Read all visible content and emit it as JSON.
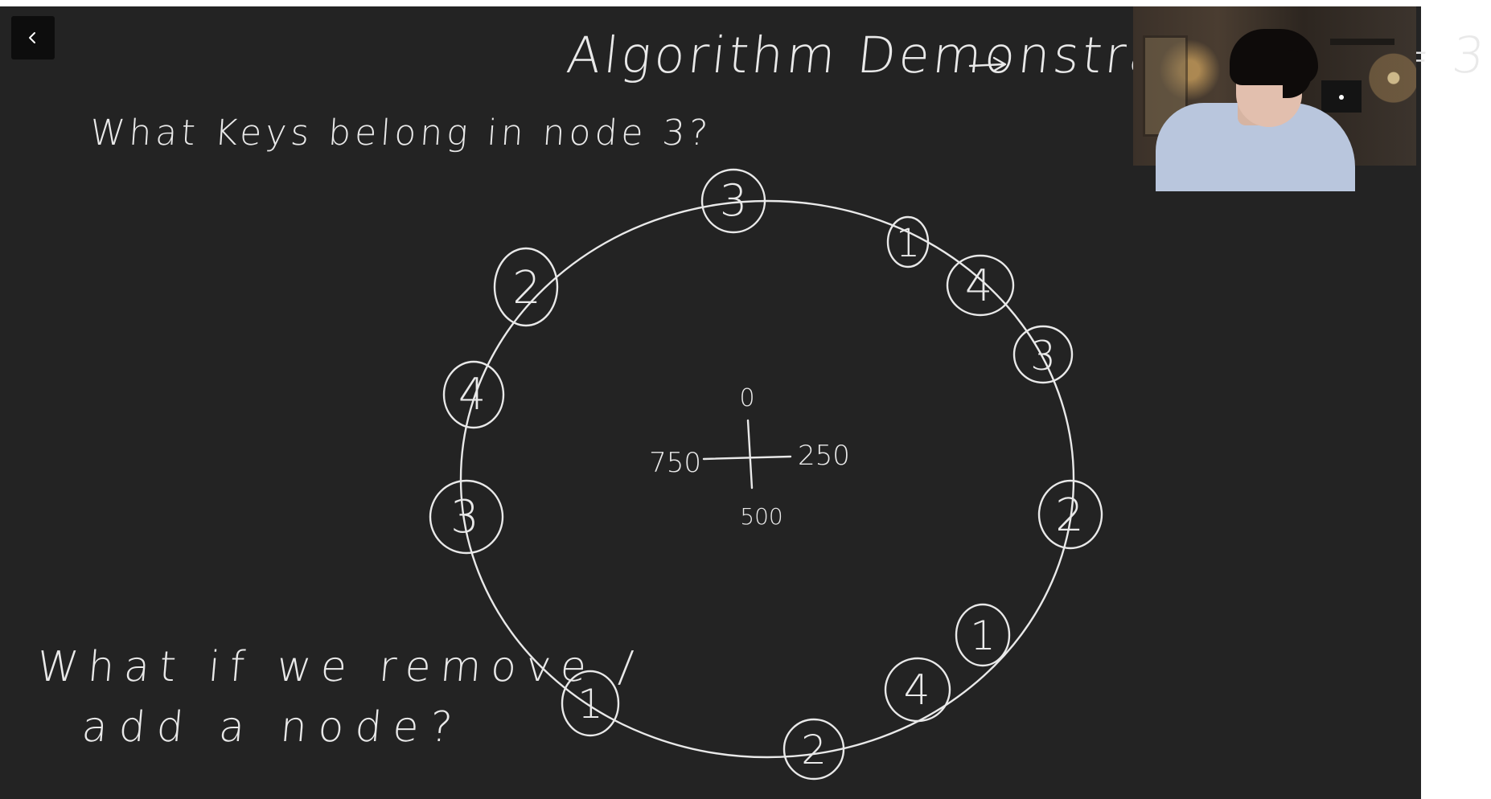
{
  "app": {
    "back_label": "<"
  },
  "whiteboard": {
    "title": "Algorithm Demonstrated → k = 3",
    "question_keys": "What Keys belong in node 3?",
    "question_remove_line1": "What if we remove /",
    "question_remove_line2": "add a node?",
    "axis_labels": {
      "top": "0",
      "right": "250",
      "bottom": "500",
      "left": "750"
    },
    "ring_nodes": [
      {
        "id": "ring-node-3-top",
        "label": "3"
      },
      {
        "id": "ring-node-1-upper-right",
        "label": "1"
      },
      {
        "id": "ring-node-4-upper-right",
        "label": "4"
      },
      {
        "id": "ring-node-3-right",
        "label": "3"
      },
      {
        "id": "ring-node-2-right",
        "label": "2"
      },
      {
        "id": "ring-node-1-lower-right",
        "label": "1"
      },
      {
        "id": "ring-node-4-lower-right",
        "label": "4"
      },
      {
        "id": "ring-node-2-bottom",
        "label": "2"
      },
      {
        "id": "ring-node-1-lower-left",
        "label": "1"
      },
      {
        "id": "ring-node-3-left",
        "label": "3"
      },
      {
        "id": "ring-node-4-left",
        "label": "4"
      },
      {
        "id": "ring-node-2-upper-left",
        "label": "2"
      }
    ],
    "stroke_color": "#e9e9e9",
    "background_color": "#232323"
  },
  "webcam": {
    "icon": "webcam-presenter-video"
  }
}
